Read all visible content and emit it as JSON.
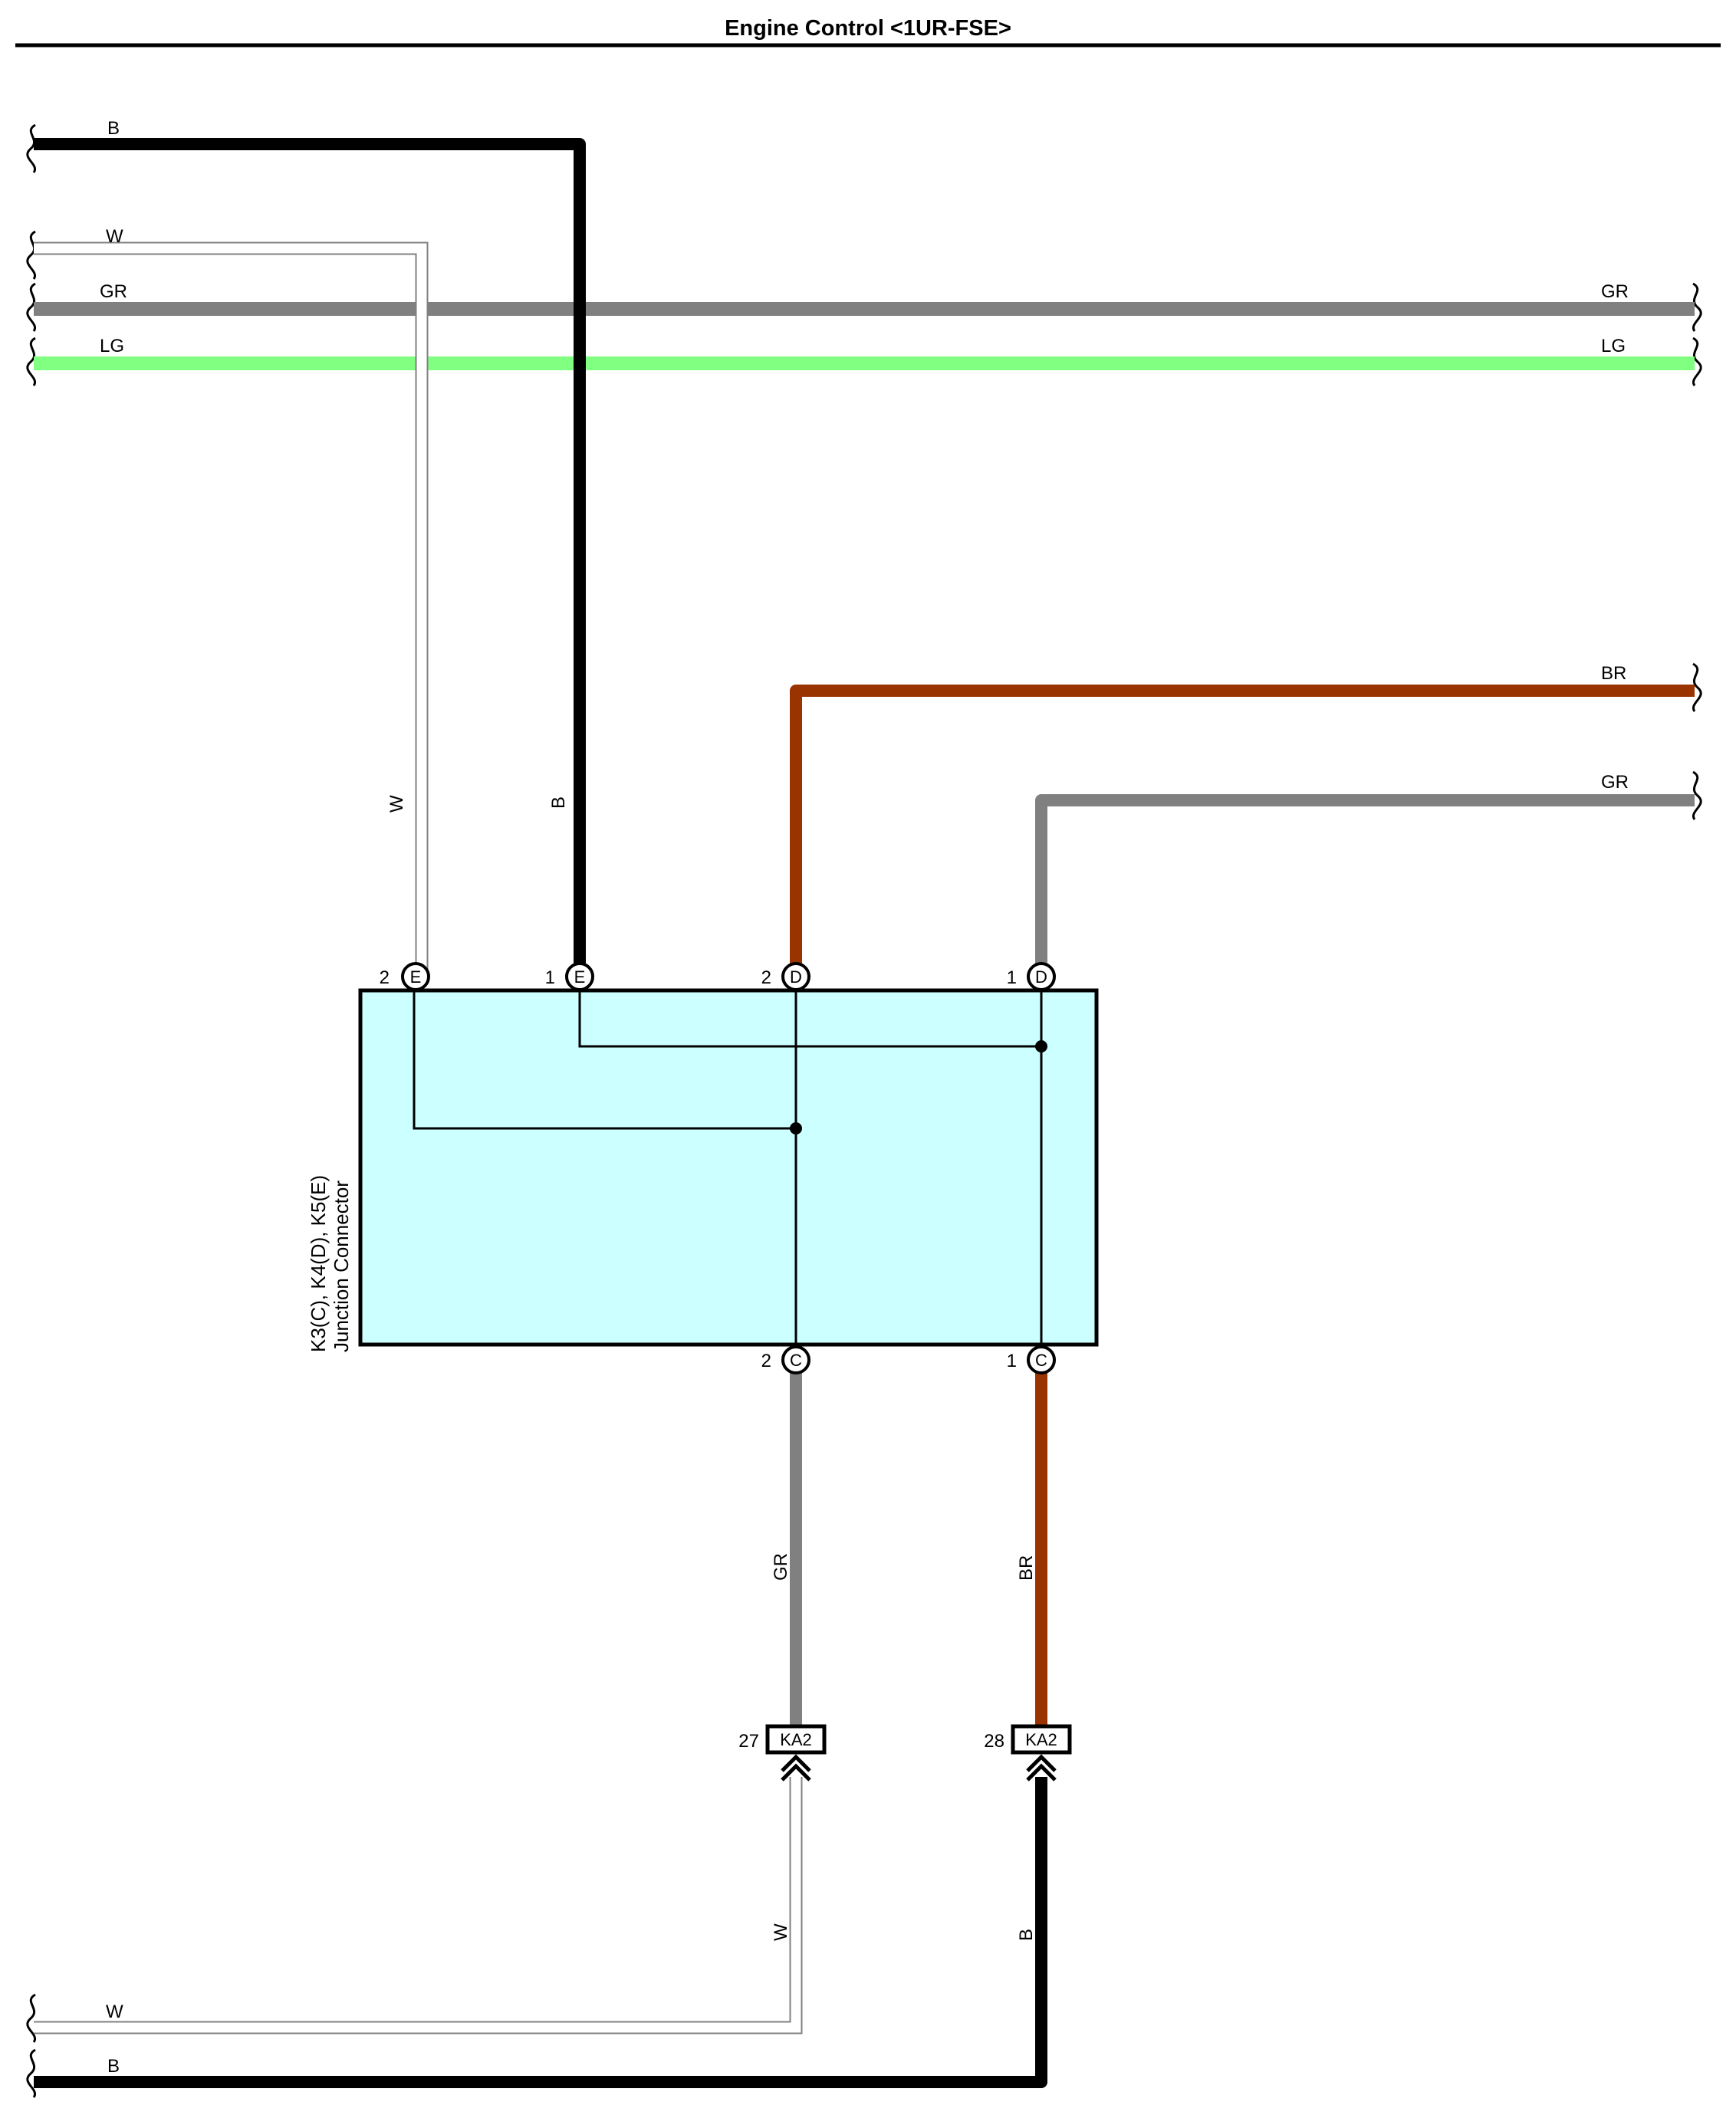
{
  "title": "Engine Control <1UR-FSE>",
  "colors": {
    "black": "#000000",
    "gray": "#808080",
    "light_green": "#80ff80",
    "brown": "#993300",
    "white_wire_outline": "#808080",
    "connector_fill": "#ccffff"
  },
  "wires": {
    "top_b": "B",
    "top_w": "W",
    "left_gr": "GR",
    "right_gr": "GR",
    "left_lg": "LG",
    "right_lg": "LG",
    "right_br": "BR",
    "right_gr2": "GR",
    "vert_w": "W",
    "vert_b": "B",
    "down_gr": "GR",
    "down_br": "BR",
    "low_w_vert": "W",
    "low_b_vert": "B",
    "bottom_w": "W",
    "bottom_b": "B"
  },
  "connector": {
    "name_line1": "K3(C), K4(D), K5(E)",
    "name_line2": "Junction Connector",
    "pins": {
      "e2": {
        "num": "2",
        "letter": "E"
      },
      "e1": {
        "num": "1",
        "letter": "E"
      },
      "d2": {
        "num": "2",
        "letter": "D"
      },
      "d1": {
        "num": "1",
        "letter": "D"
      },
      "c2": {
        "num": "2",
        "letter": "C"
      },
      "c1": {
        "num": "1",
        "letter": "C"
      }
    }
  },
  "inline_connectors": {
    "ka2_27": {
      "pin": "27",
      "name": "KA2"
    },
    "ka2_28": {
      "pin": "28",
      "name": "KA2"
    }
  }
}
